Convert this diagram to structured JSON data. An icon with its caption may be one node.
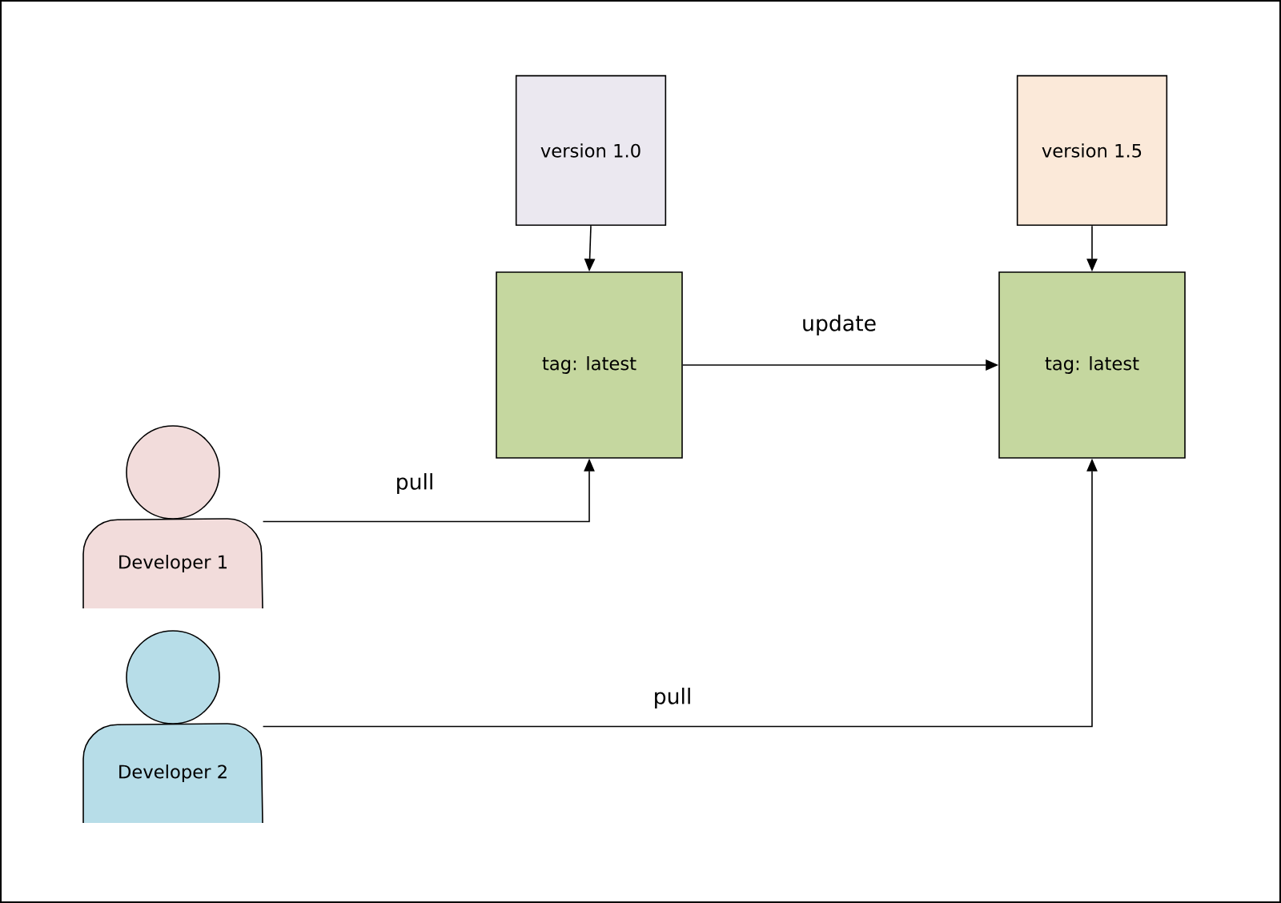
{
  "diagram": {
    "nodes": [
      {
        "text": [
          "version 1.0"
        ]
      },
      {
        "text": [
          "version 1.5"
        ]
      },
      {
        "text": [
          "tag: latest"
        ]
      },
      {
        "text": [
          "tag: latest"
        ]
      },
      {
        "text": [
          "Developer 1"
        ]
      },
      {
        "text": [
          "Developer 2"
        ]
      }
    ],
    "edges": [
      {
        "from": 0,
        "to": 2,
        "arrow": "to"
      },
      {
        "from": 1,
        "to": 3,
        "arrow": "to"
      },
      {
        "from": 2,
        "to": 3,
        "arrow": "to",
        "label": "update"
      },
      {
        "from": 4,
        "to": 2,
        "arrow": "to",
        "label": "pull"
      },
      {
        "from": 5,
        "to": 3,
        "arrow": "to",
        "label": "pull"
      }
    ]
  }
}
